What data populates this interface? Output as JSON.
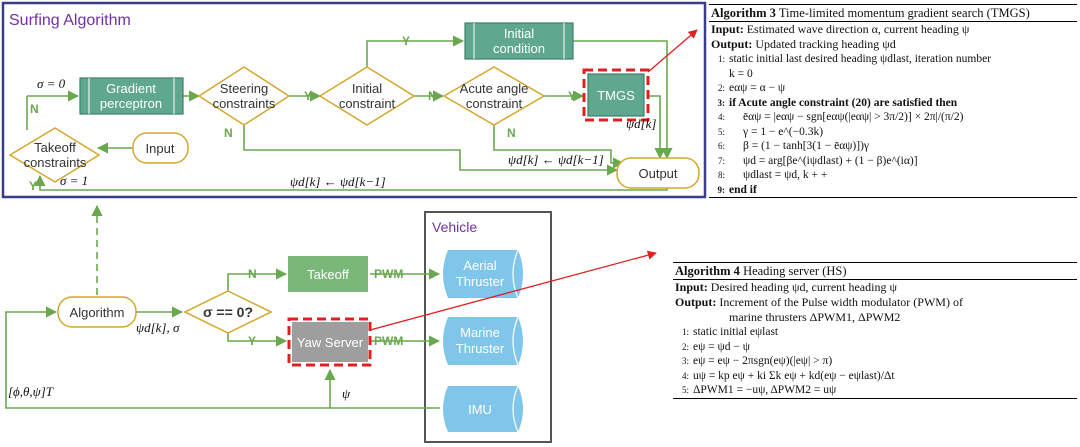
{
  "surfing": {
    "title": "Surfing Algorithm",
    "sigma_zero": "σ = 0",
    "sigma_one": "σ = 1",
    "gradient": "Gradient perceptron",
    "steering": "Steering constraints",
    "initial_constraint": "Initial constraint",
    "acute": "Acute angle constraint",
    "tmgs": "TMGS",
    "initial_condition": "Initial condition",
    "takeoff_constraints": "Takeoff constraints",
    "input": "Input",
    "output": "Output",
    "psi_d_k": "ψd[k]",
    "update_right": "ψd[k] ← ψd[k−1]",
    "update_bottom": "ψd[k] ← ψd[k−1]",
    "yes": "Y",
    "no": "N"
  },
  "vehicle": {
    "title": "Vehicle",
    "aerial": "Aerial Thruster",
    "marine": "Marine Thruster",
    "imu": "IMU"
  },
  "lower": {
    "algorithm": "Algorithm",
    "sigma_check": "σ == 0?",
    "takeoff": "Takeoff",
    "yaw_server": "Yaw Server",
    "pwm": "PWM",
    "psi_sigma": "ψd[k], σ",
    "feedback": "[ϕ,θ,ψ]T",
    "psi": "ψ"
  },
  "alg3": {
    "title_bold": "Algorithm 3",
    "title_rest": "Time-limited momentum gradient search (TMGS)",
    "input_label": "Input:",
    "input_text": "Estimated wave direction α, current heading ψ",
    "output_label": "Output:",
    "output_text": "Updated tracking heading ψd",
    "lines": [
      "static initial last desired heading ψdlast, iteration number",
      "k = 0",
      "eαψ = α − ψ",
      "if Acute angle constraint (20) are satisfied then",
      "ēαψ = |eαψ − sgn[eαψ(|eαψ| > 3π/2)] × 2π|/(π/2)",
      "γ = 1 − e^(−0.3k)",
      "β = (1 − tanh[3(1 − ēαψ)])γ",
      "ψd = arg[βe^(iψdlast) + (1 − β)e^(iα)]",
      "ψdlast = ψd, k + +",
      "end if"
    ],
    "numbers": [
      "1:",
      "",
      "2:",
      "3:",
      "4:",
      "5:",
      "6:",
      "7:",
      "8:",
      "9:"
    ]
  },
  "alg4": {
    "title_bold": "Algorithm 4",
    "title_rest": "Heading server (HS)",
    "input_label": "Input:",
    "input_text": "Desired heading ψd, current heading ψ",
    "output_label": "Output:",
    "output_text": "Increment of the Pulse width modulator (PWM) of",
    "output_text2": "marine thrusters ΔPWM1, ΔPWM2",
    "lines": [
      "static initial eψlast",
      "eψ = ψd − ψ",
      "eψ = eψ − 2πsgn(eψ)(|eψ| > π)",
      "uψ = kp eψ + ki Σk eψ + kd(eψ − eψlast)/Δt",
      "ΔPWM1 = −uψ, ΔPWM2 = uψ"
    ],
    "numbers": [
      "1:",
      "2:",
      "3:",
      "4:",
      "5:"
    ]
  },
  "colors": {
    "frame": "#3c3c8c",
    "title": "#7030a0",
    "block_green": "#5fa88f",
    "decision": "#d4a72c",
    "takeoff_green": "#7ab87a",
    "thruster": "#7fc6ea",
    "line": "#6aa84f",
    "highlight": "#e02020",
    "yaw": "#9e9e9e"
  }
}
